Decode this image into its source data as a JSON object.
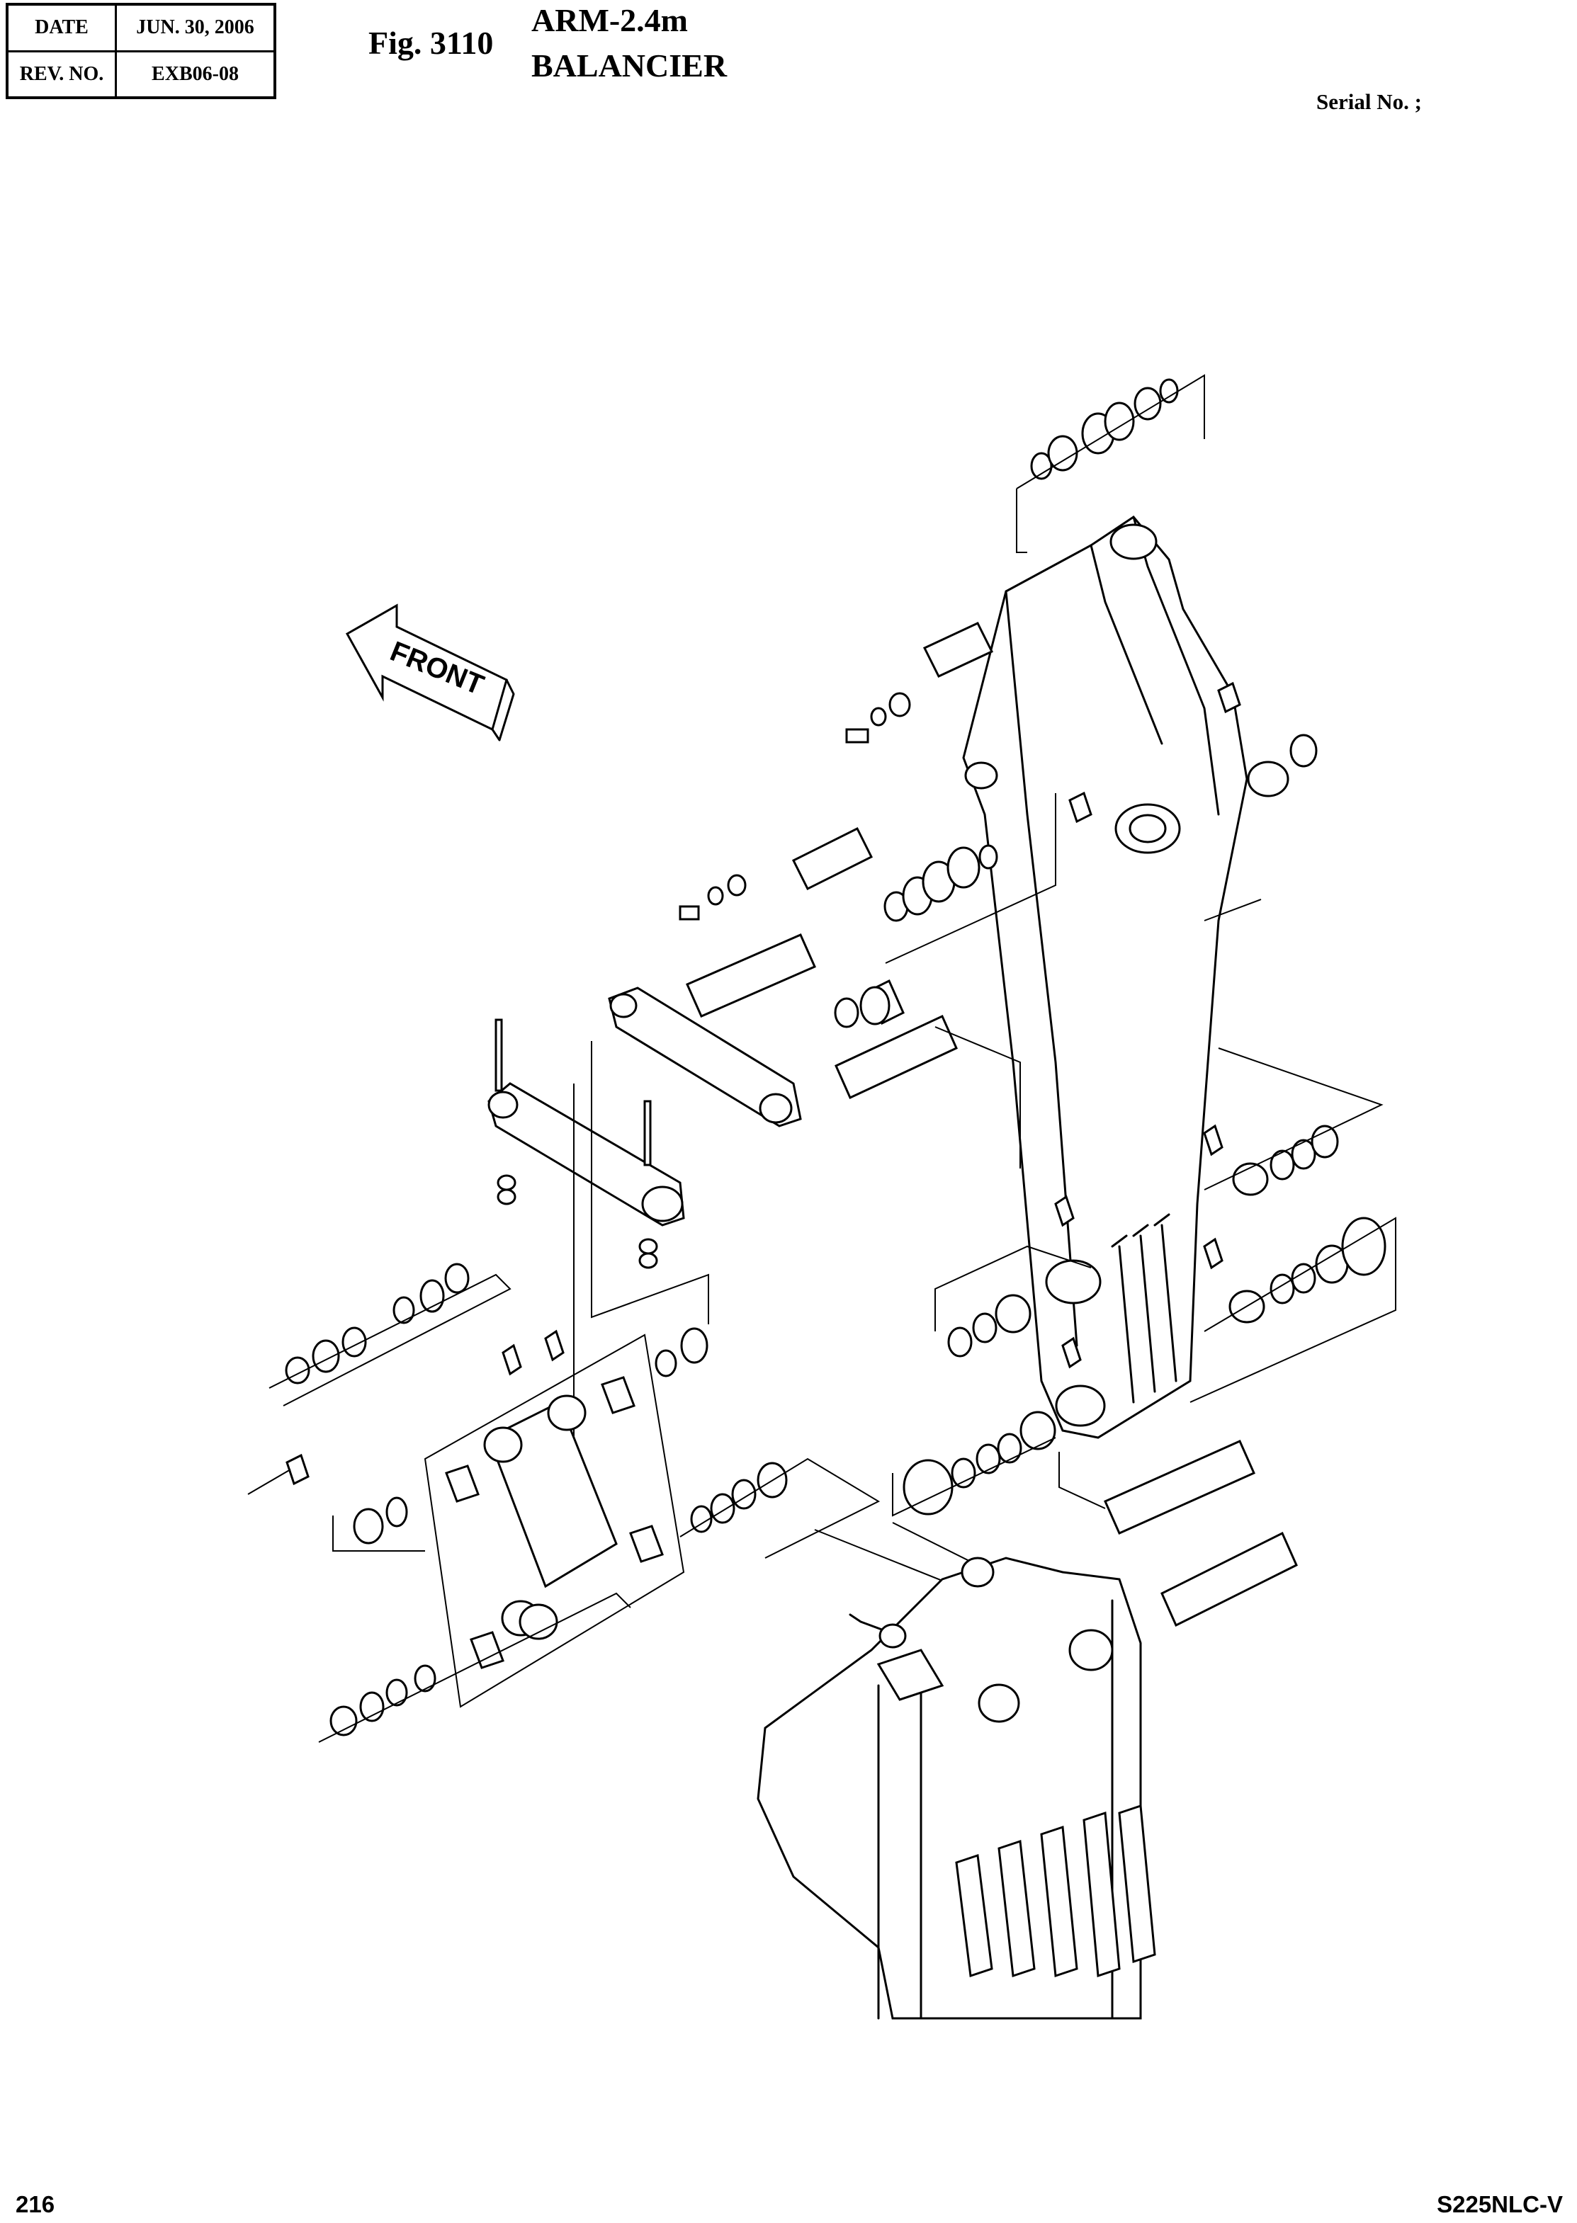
{
  "header": {
    "date_label": "DATE",
    "date_value": "JUN. 30, 2006",
    "rev_label": "REV. NO.",
    "rev_value": "EXB06-08"
  },
  "figure": {
    "number": "Fig. 3110",
    "title_en": "ARM-2.4m",
    "title_fr": "BALANCIER"
  },
  "serial_label": "Serial No. ;",
  "drawing": {
    "direction_label": "FRONT"
  },
  "footer": {
    "page_number": "216",
    "model": "S225NLC-V"
  },
  "colors": {
    "ink": "#000000",
    "paper": "#ffffff"
  }
}
